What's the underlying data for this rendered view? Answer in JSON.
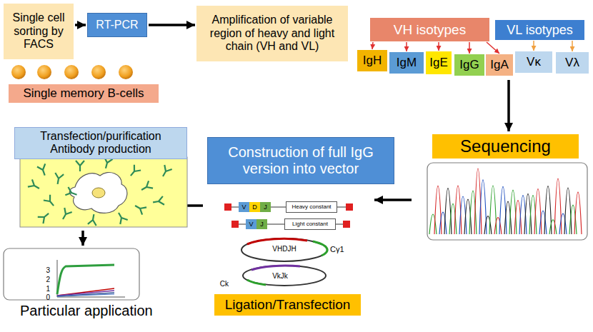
{
  "diagram": {
    "nodes": [
      {
        "text": [
          "Single cell sorting by FACS"
        ]
      },
      {
        "text": [
          "RT-PCR"
        ]
      },
      {
        "text": [
          "Amplification of variable region of heavy and light chain (VH and VL)"
        ]
      },
      {
        "text": [
          "VH isotypes"
        ]
      },
      {
        "text": [
          "VL isotypes"
        ]
      },
      {
        "text": [
          "IgH"
        ]
      },
      {
        "text": [
          "IgM"
        ]
      },
      {
        "text": [
          "IgE"
        ]
      },
      {
        "text": [
          "IgG"
        ]
      },
      {
        "text": [
          "IgA"
        ]
      },
      {
        "text": [
          "Vκ"
        ]
      },
      {
        "text": [
          "Vλ"
        ]
      },
      {
        "text": [
          "Single memory B-cells"
        ]
      },
      {
        "text": [
          "Transfection/purification Antibody production"
        ]
      },
      {
        "text": [
          "Construction of full IgG version into vector"
        ]
      },
      {
        "text": [
          "Sequencing"
        ]
      },
      {
        "text": [
          "V"
        ]
      },
      {
        "text": [
          "D"
        ]
      },
      {
        "text": [
          "J"
        ]
      },
      {
        "text": [
          "Heavy constant"
        ]
      },
      {
        "text": [
          "V"
        ]
      },
      {
        "text": [
          "J"
        ]
      },
      {
        "text": [
          "Light constant"
        ]
      },
      {
        "text": [
          "Ligation/Transfection"
        ]
      }
    ],
    "edges": [
      {
        "from": 0,
        "to": 1,
        "arrow": "to"
      },
      {
        "from": 1,
        "to": 2,
        "arrow": "to"
      },
      {
        "from": 3,
        "to": 5,
        "arrow": "to"
      },
      {
        "from": 3,
        "to": 6,
        "arrow": "to"
      },
      {
        "from": 3,
        "to": 7,
        "arrow": "to"
      },
      {
        "from": 3,
        "to": 8,
        "arrow": "to"
      },
      {
        "from": 3,
        "to": 9,
        "arrow": "to"
      },
      {
        "from": 4,
        "to": 10,
        "arrow": "to"
      },
      {
        "from": 4,
        "to": 11,
        "arrow": "to"
      }
    ],
    "labels": [
      "VHDJH",
      "Cγ1",
      "VkJk",
      "Ck",
      "3",
      "2",
      "1",
      "0",
      "Particular application"
    ]
  }
}
